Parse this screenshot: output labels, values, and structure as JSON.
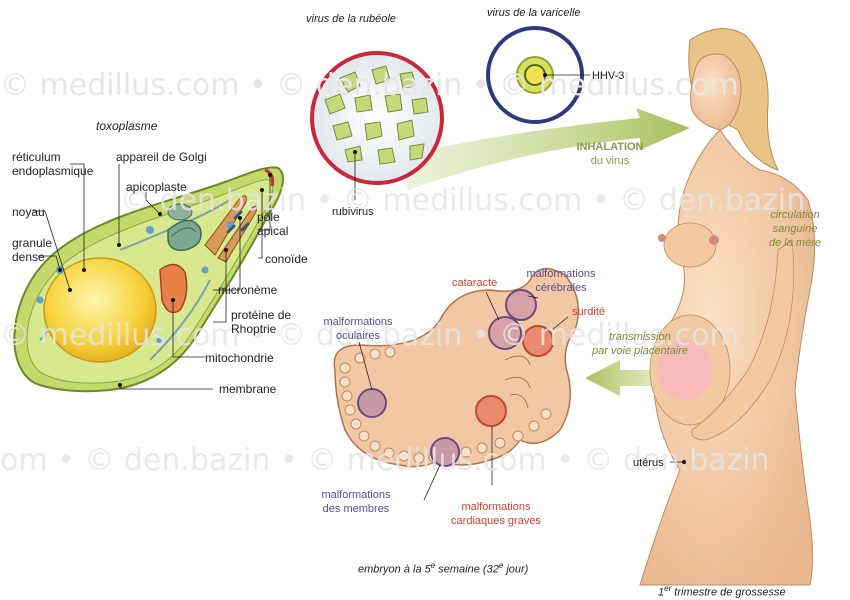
{
  "watermarks": {
    "row1": "© medillus.com • © den.bazin • © medillus.com",
    "row2": "© den.bazin • © medillus.com • © den.bazin",
    "row3": "© medillus.com • © den.bazin • © medillus.com",
    "row4": "om • © den.bazin • © medillus.com • © den.bazin"
  },
  "toxoplasma": {
    "title": "toxoplasme",
    "labels": {
      "reticulum": [
        "réticulum",
        "endoplasmique"
      ],
      "golgi": "appareil de Golgi",
      "apicoplast": "apicoplaste",
      "nucleus": "noyau",
      "dense_granule": [
        "granule",
        "dense"
      ],
      "apical_pole": [
        "pôle",
        "apical"
      ],
      "conoid": "conoïde",
      "microneme": "micronème",
      "rhoptry": [
        "protéine de",
        "Rhoptrie"
      ],
      "mitochondria": "mitochondrie",
      "membrane": "membrane"
    }
  },
  "viruses": {
    "rubella_title": "virus de la rubéole",
    "varicella_title": "virus de la varicelle",
    "rubivirus": "rubivirus",
    "hhv3": "HHV-3",
    "inhalation": [
      "INHALATION",
      "du virus"
    ]
  },
  "mother": {
    "circulation": [
      "circulation",
      "sanguine",
      "de la mère"
    ],
    "transmission": [
      "transmission",
      "par voie placentaire"
    ],
    "uterus": "utérus",
    "caption_pre": "1",
    "caption_sup": "er",
    "caption_post": " trimestre de grossesse"
  },
  "embryo": {
    "cataract": "cataracte",
    "brain": [
      "malformations",
      "cérébrales"
    ],
    "deafness": "surdité",
    "eyes": [
      "malformations",
      "oculaires"
    ],
    "limbs": [
      "malformations",
      "des membres"
    ],
    "heart": [
      "malformations",
      "cardiaques graves"
    ],
    "caption_a": "embryon à la 5",
    "caption_sup1": "e",
    "caption_b": " semaine (32",
    "caption_sup2": "e",
    "caption_c": " jour)"
  },
  "colors": {
    "rubella_ring": "#c8283a",
    "varicella_ring": "#2e3a80",
    "arrow_green": "#b9cc73",
    "embryo_skin": "#f2c8a4",
    "toxo_cell": "#c8dc6a",
    "nucleus": "#f5d23a",
    "skin": "#f6cfaa"
  }
}
